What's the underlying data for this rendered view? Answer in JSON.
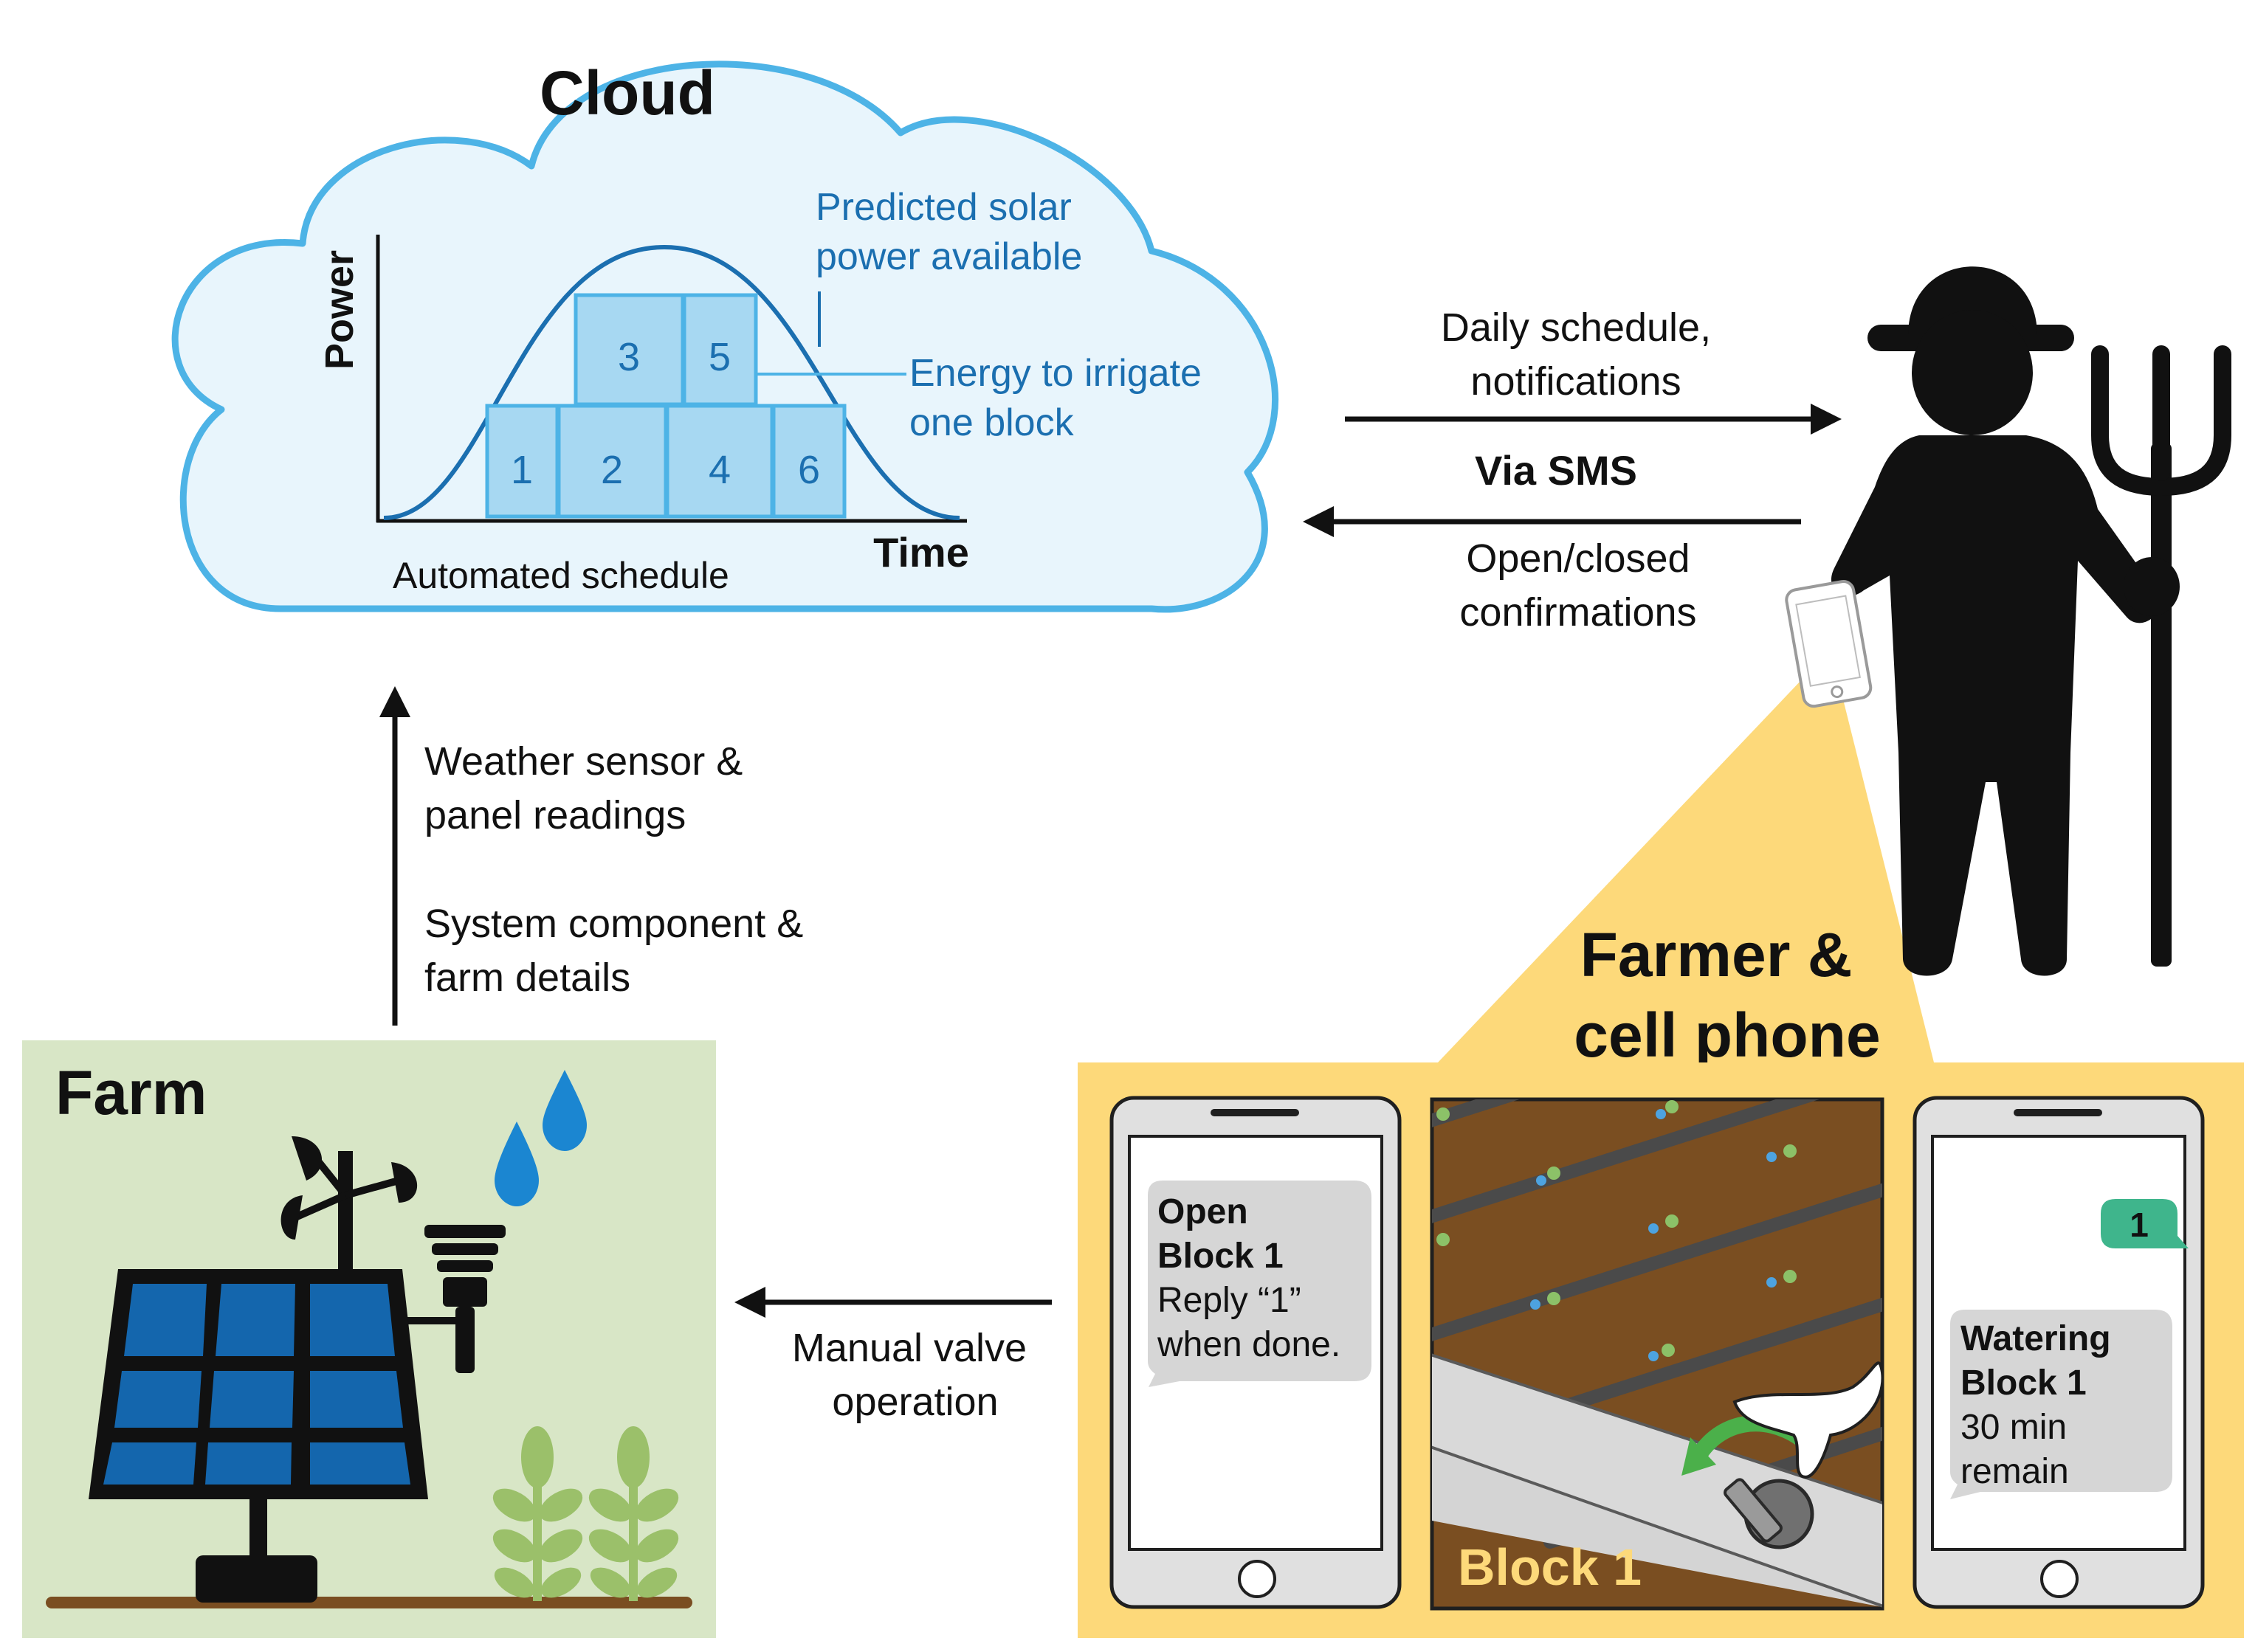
{
  "cloud": {
    "title": "Cloud",
    "chart_caption": "Automated schedule",
    "y_axis_label": "Power",
    "x_axis_label": "Time",
    "solar_callout": [
      "Predicted solar",
      "power available"
    ],
    "block_callout": [
      "Energy to irrigate",
      "one block"
    ]
  },
  "chart_data": {
    "type": "area",
    "title": "",
    "xlabel": "Time",
    "ylabel": "Power",
    "caption": "Automated schedule",
    "curve": "Predicted solar power available",
    "blocks": [
      {
        "label": "1",
        "row": 1
      },
      {
        "label": "2",
        "row": 1
      },
      {
        "label": "4",
        "row": 1
      },
      {
        "label": "6",
        "row": 1
      },
      {
        "label": "3",
        "row": 2
      },
      {
        "label": "5",
        "row": 2
      }
    ],
    "grid": false
  },
  "arrows": {
    "to_farmer": [
      "Daily schedule,",
      "notifications"
    ],
    "channel": "Via SMS",
    "to_cloud": [
      "Open/closed",
      "confirmations"
    ],
    "farm_to_cloud_1": [
      "Weather sensor &",
      "panel readings"
    ],
    "farm_to_cloud_2": [
      "System component &",
      "farm details"
    ],
    "to_farm": [
      "Manual valve",
      "operation"
    ]
  },
  "farm": {
    "title": "Farm"
  },
  "farmer": {
    "title": [
      "Farmer &",
      "cell phone"
    ]
  },
  "phone_left": {
    "message": [
      "Open",
      "Block 1",
      "Reply “1”",
      "when done."
    ]
  },
  "field": {
    "label": "Block 1"
  },
  "phone_right": {
    "reply": "1",
    "message": [
      "Watering",
      "Block 1",
      "30 min",
      "remain"
    ]
  },
  "colors": {
    "cloud_stroke": "#4db3e6",
    "cloud_fill": "#e8f5fc",
    "chart_blue": "#1b6fb0",
    "block_fill": "#a7d8f2",
    "farm_bg": "#d8e6c6",
    "phone_panel": "#fdd97a",
    "soil": "#7a4e21",
    "panel_blue": "#1466ad",
    "sms_green": "#3fb58c",
    "plant_green": "#9bc06a"
  }
}
